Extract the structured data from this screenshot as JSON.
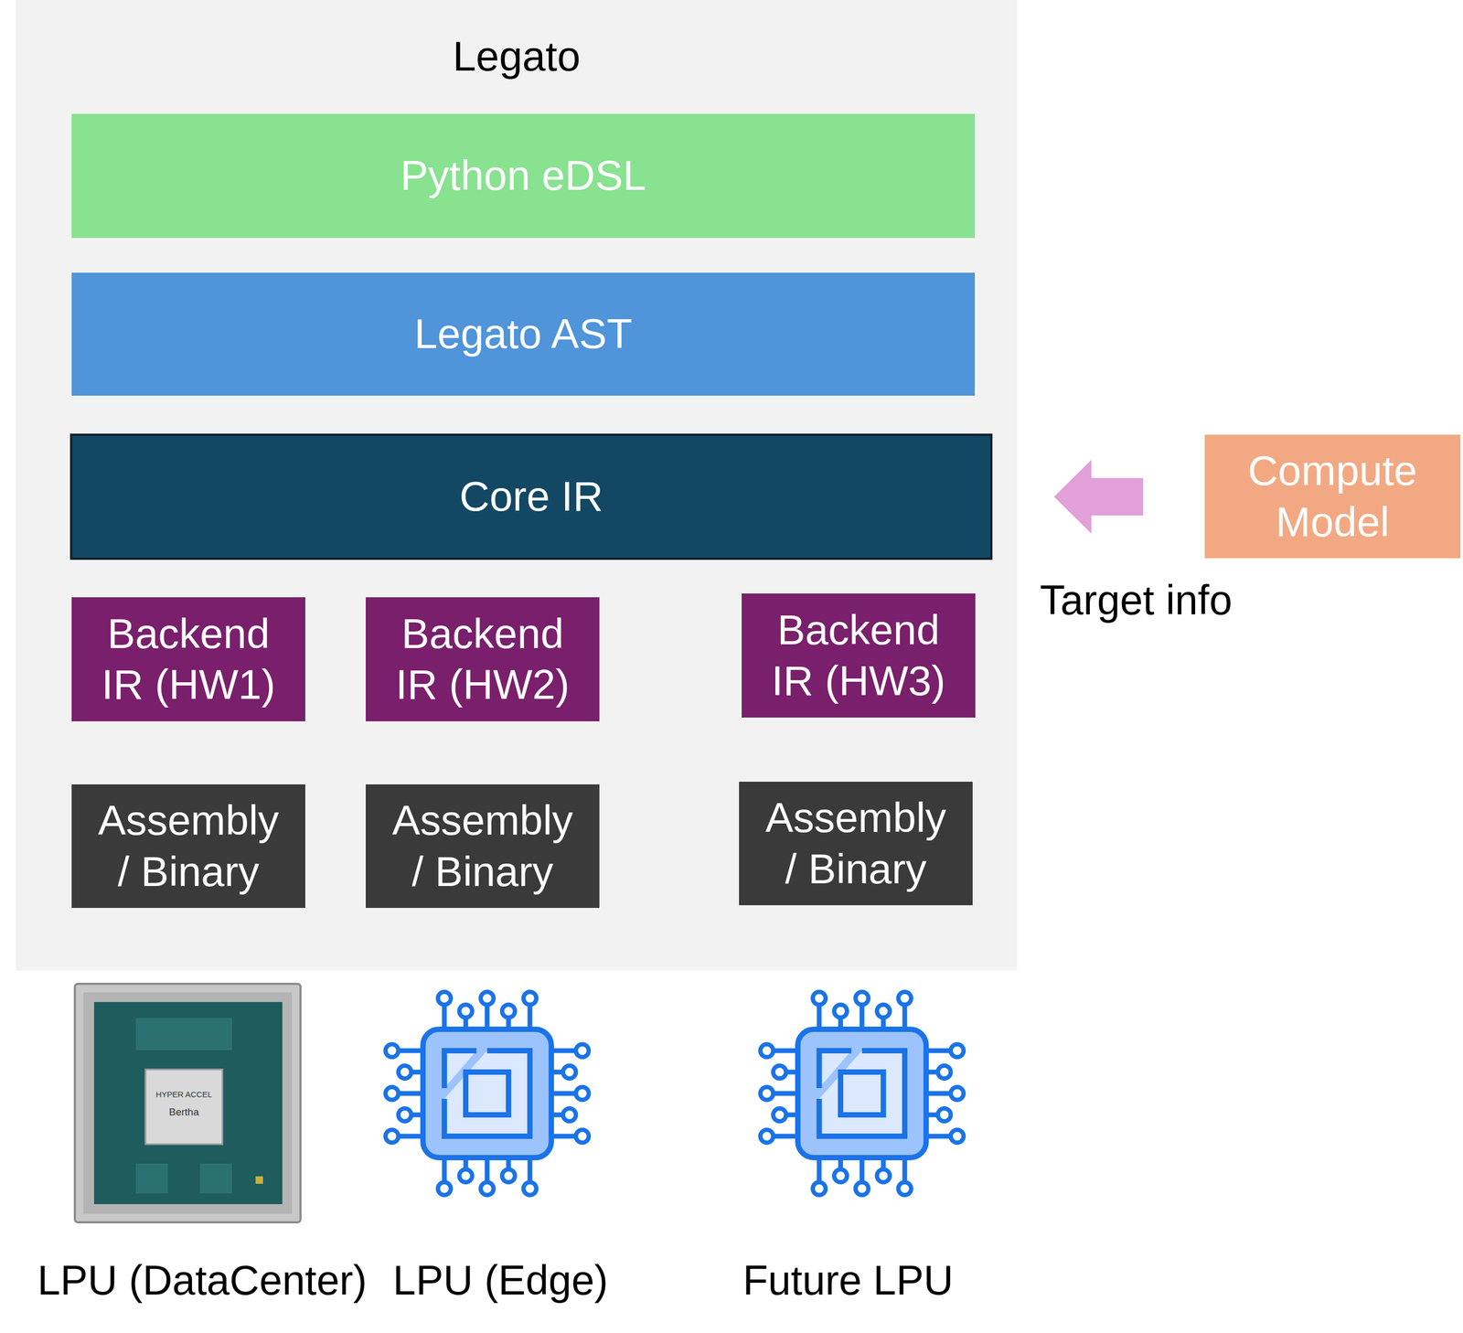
{
  "diagram": {
    "nodes": [
      {
        "text": [
          "Legato"
        ]
      },
      {
        "text": [
          "Python eDSL"
        ],
        "in": 0
      },
      {
        "text": [
          "Legato AST"
        ],
        "in": 0
      },
      {
        "text": [
          "Core IR"
        ],
        "in": 0
      },
      {
        "text": [
          "Backend IR (HW1)"
        ],
        "in": 0
      },
      {
        "text": [
          "Backend IR (HW2)"
        ],
        "in": 0
      },
      {
        "text": [
          "Backend IR (HW3)"
        ],
        "in": 0
      },
      {
        "text": [
          "Assembly / Binary"
        ],
        "in": 0
      },
      {
        "text": [
          "Assembly / Binary"
        ],
        "in": 0
      },
      {
        "text": [
          "Assembly / Binary"
        ],
        "in": 0
      },
      {
        "text": [
          "Compute Model"
        ]
      }
    ],
    "edges": [
      {
        "from": 10,
        "to": 3,
        "label": "Target info",
        "arrow": "to"
      }
    ],
    "labels": [
      "LPU (DataCenter)",
      "LPU (Edge)",
      "Future LPU",
      "HYPER ACCEL",
      "Bertha"
    ]
  }
}
